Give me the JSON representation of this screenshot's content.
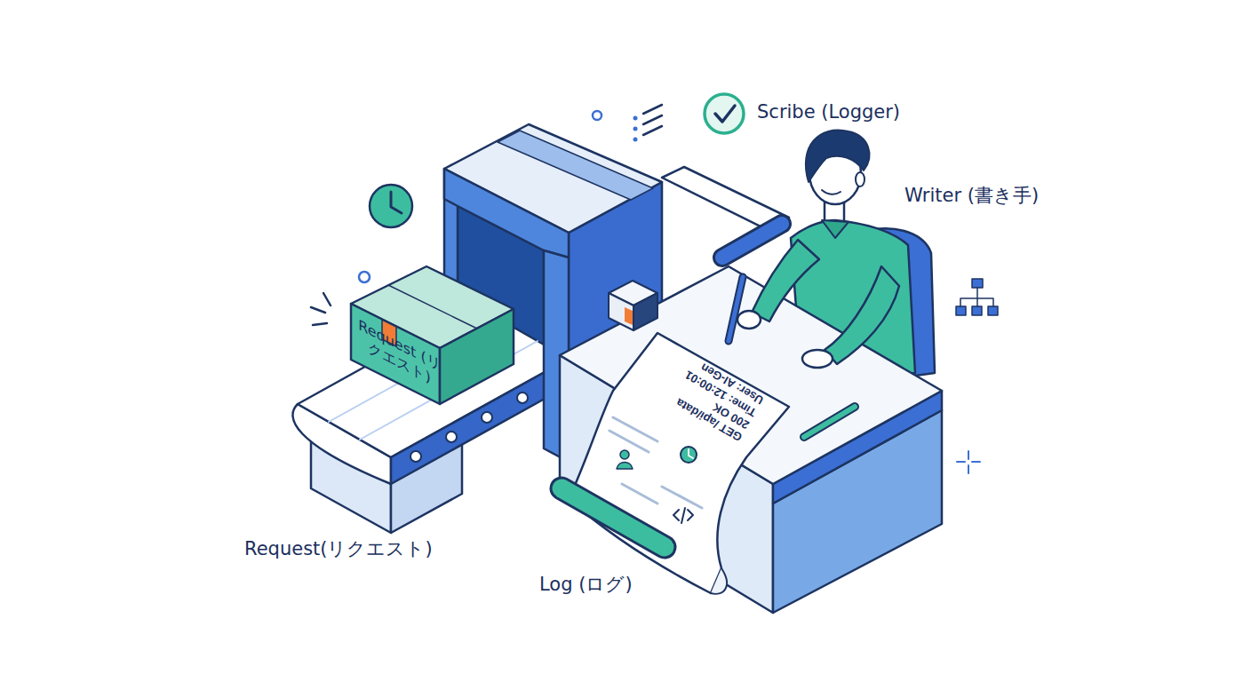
{
  "diagram": {
    "nodes": [
      {
        "text": [
          "Request (リクエスト)"
        ]
      },
      {
        "text": [
          "GET /api/data",
          "200 OK",
          "Time: 12:00:01",
          "User: AI-Gen"
        ]
      }
    ],
    "labels": [
      "Scribe (Logger)",
      "Writer (書き手)",
      "Request(リクエスト)",
      "Log (ログ)"
    ]
  }
}
